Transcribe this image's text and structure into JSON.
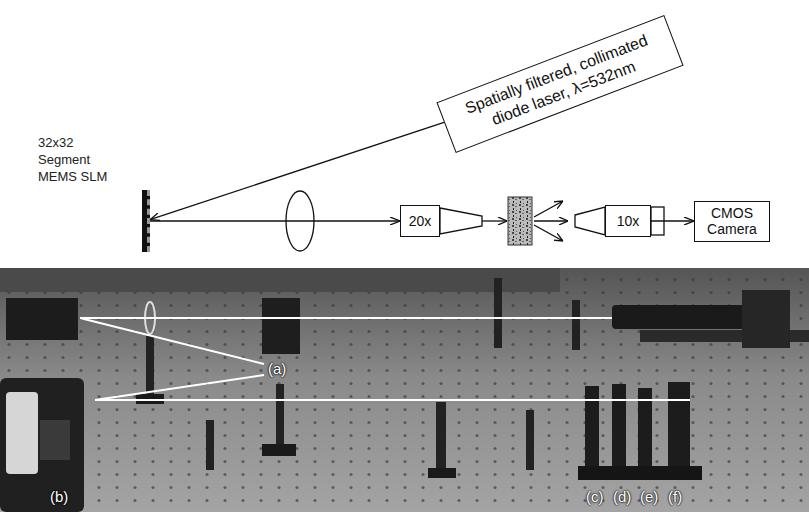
{
  "diagram": {
    "nodes": [
      {
        "text": [
          "Spatially filtered, collimated diode laser, λ=532nm"
        ]
      },
      {
        "text": [
          "32x32 Segment MEMS SLM"
        ]
      },
      {
        "text": [
          "20x"
        ]
      },
      {
        "text": [
          "10x"
        ]
      },
      {
        "text": [
          "CMOS Camera"
        ]
      }
    ],
    "edges": [
      {
        "from": 0,
        "to": 1,
        "arrow": "to"
      },
      {
        "from": 1,
        "to": 2,
        "arrow": "to"
      },
      {
        "from": 3,
        "to": 4,
        "arrow": "to"
      }
    ],
    "labels": [
      "(a)",
      "(b)",
      "(c)",
      "(d)",
      "(e)",
      "(f)"
    ]
  }
}
